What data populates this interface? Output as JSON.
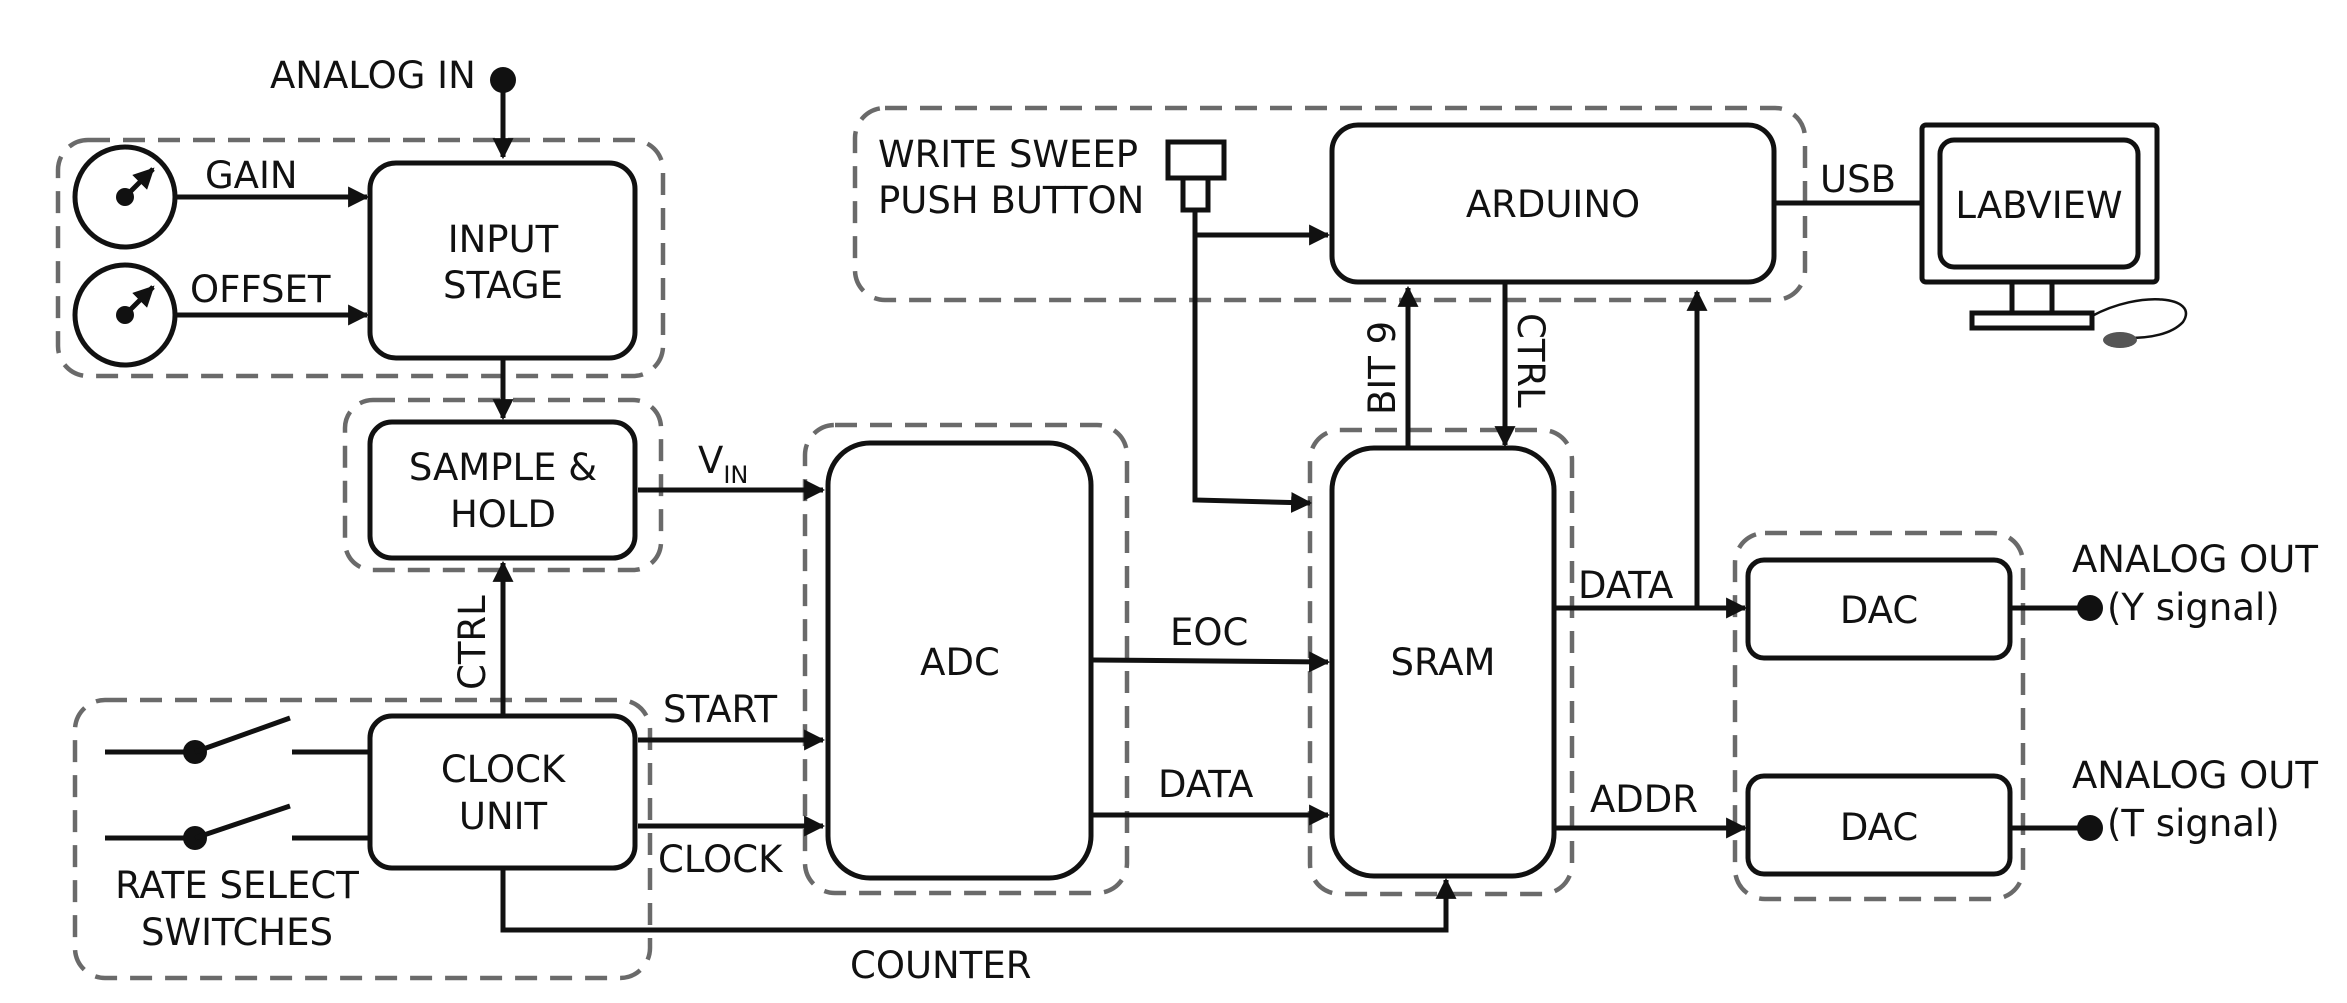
{
  "blocks": {
    "input_stage": [
      "INPUT",
      "STAGE"
    ],
    "sample_hold": [
      "SAMPLE &",
      "HOLD"
    ],
    "clock_unit": [
      "CLOCK",
      "UNIT"
    ],
    "adc": "ADC",
    "sram": "SRAM",
    "arduino": "ARDUINO",
    "dac_y": "DAC",
    "dac_t": "DAC",
    "labview": "LABVIEW"
  },
  "labels": {
    "analog_in": "ANALOG IN",
    "gain": "GAIN",
    "offset": "OFFSET",
    "write_sweep": [
      "WRITE SWEEP",
      "PUSH BUTTON"
    ],
    "usb": "USB",
    "bit9": "BIT 9",
    "ctrl_arduino": "CTRL",
    "ctrl_clock": "CTRL",
    "vin_main": "V",
    "vin_sub": "IN",
    "eoc": "EOC",
    "data_adc": "DATA",
    "data_sram": "DATA",
    "addr": "ADDR",
    "start": "START",
    "clock": "CLOCK",
    "counter": "COUNTER",
    "rate_select": [
      "RATE SELECT",
      "SWITCHES"
    ],
    "analog_out_y": [
      "ANALOG OUT",
      "(Y signal)"
    ],
    "analog_out_t": [
      "ANALOG OUT",
      "(T signal)"
    ]
  }
}
